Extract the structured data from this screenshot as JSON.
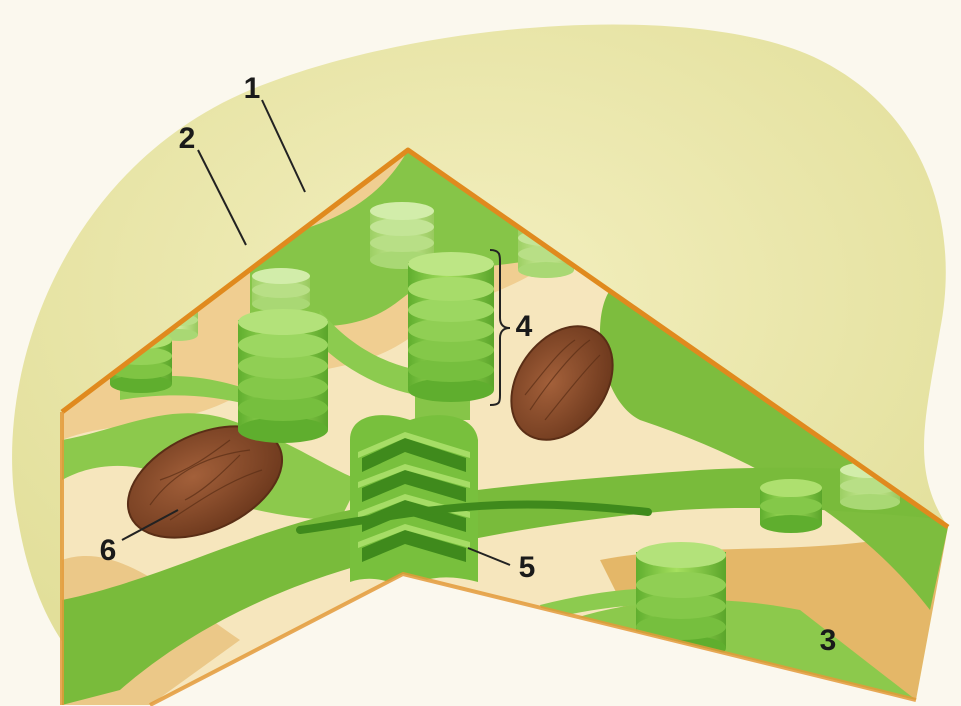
{
  "labels": {
    "l1": "1",
    "l2": "2",
    "l3": "3",
    "l4": "4",
    "l5": "5",
    "l6": "6"
  },
  "colors": {
    "outer_envelope": "#e9e7a3",
    "membrane": "#e08a1e",
    "stroma": "#efd39a",
    "lamella": "#7bc03a",
    "thylakoid": "#8fd04a",
    "thylakoid_dark": "#3f8a1c",
    "starch": "#8a4a28"
  }
}
